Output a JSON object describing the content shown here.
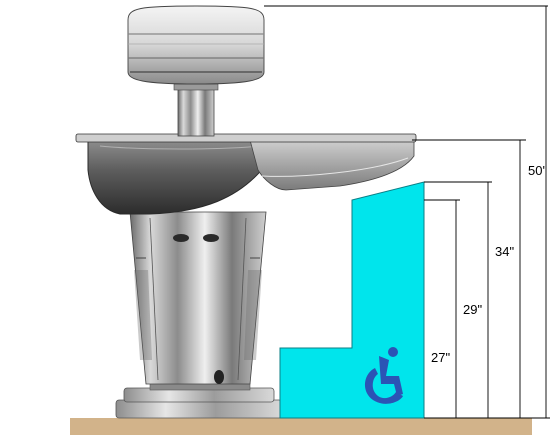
{
  "dimensions": {
    "height_50": "50'",
    "height_34": "34\"",
    "height_29": "29\"",
    "height_27": "27\""
  },
  "icons": {
    "accessibility": "accessible-wheelchair-icon"
  },
  "colors": {
    "ada_panel": "#00e5ec",
    "accessibility_icon": "#2b54b5",
    "floor": "#d2b38a",
    "dimension_line": "#000000"
  }
}
